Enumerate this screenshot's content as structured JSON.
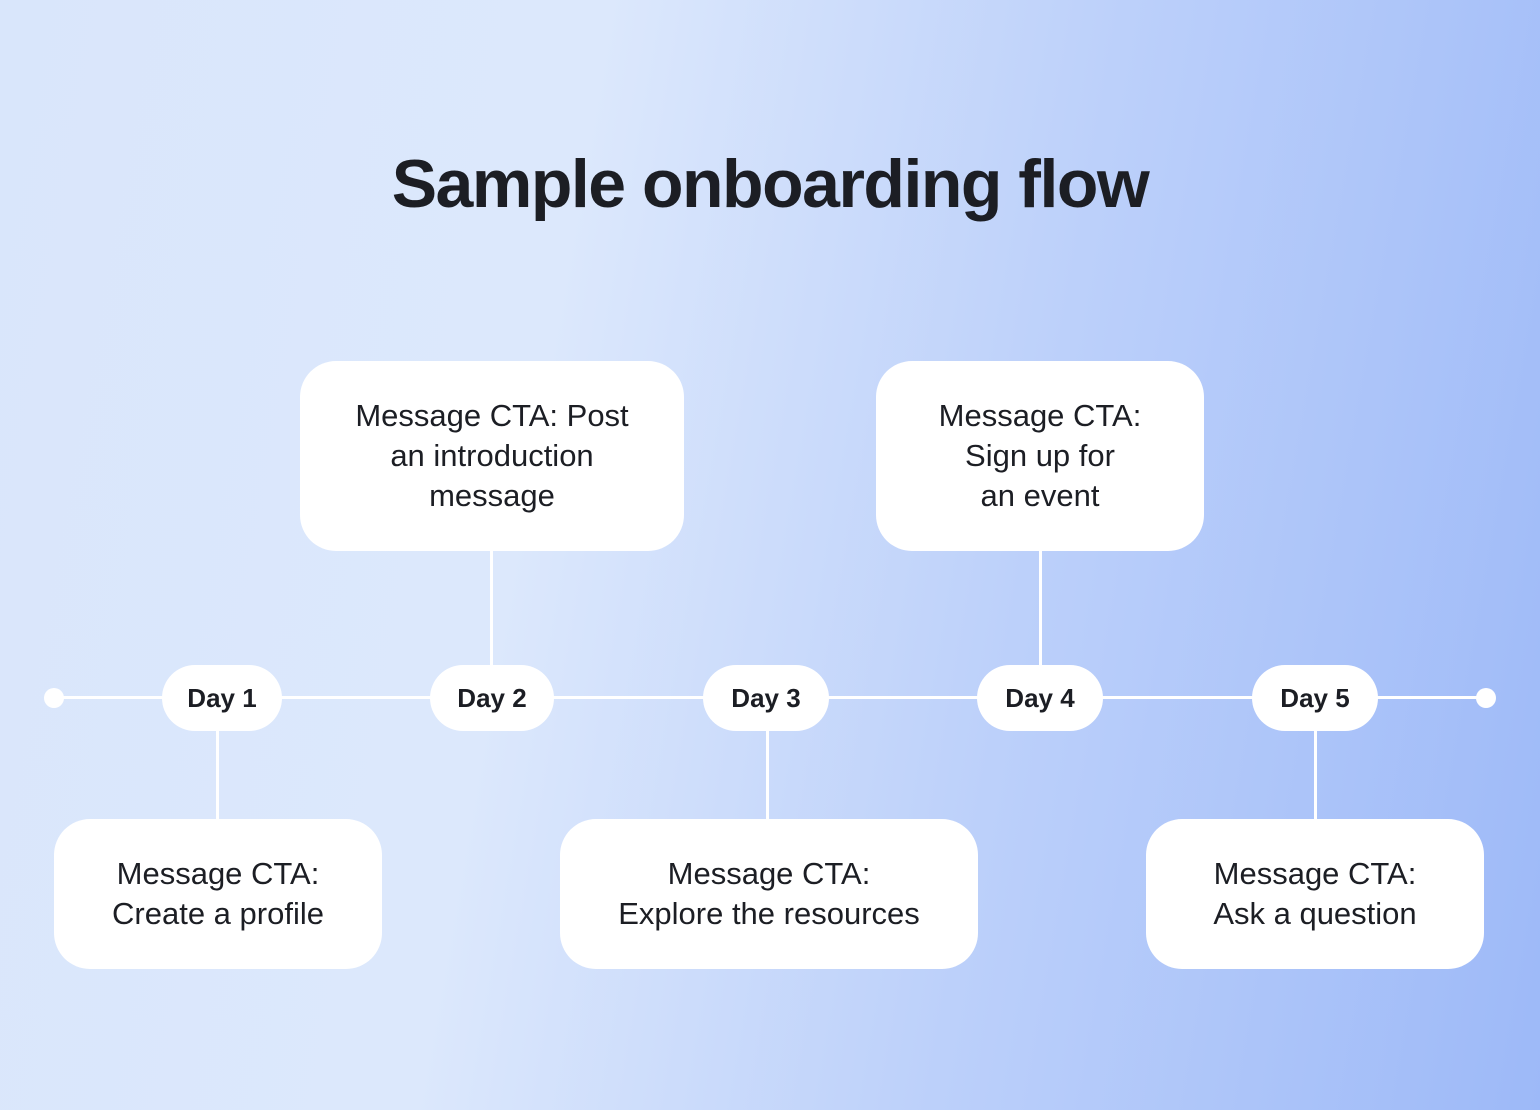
{
  "title": "Sample onboarding flow",
  "days": [
    {
      "label": "Day 1",
      "cta": [
        "Message CTA:",
        "Create a profile"
      ]
    },
    {
      "label": "Day 2",
      "cta": [
        "Message CTA: Post",
        "an introduction",
        "message"
      ]
    },
    {
      "label": "Day 3",
      "cta": [
        "Message CTA:",
        "Explore the resources"
      ]
    },
    {
      "label": "Day 4",
      "cta": [
        "Message CTA:",
        "Sign up for",
        "an event"
      ]
    },
    {
      "label": "Day 5",
      "cta": [
        "Message CTA:",
        "Ask a question"
      ]
    }
  ]
}
